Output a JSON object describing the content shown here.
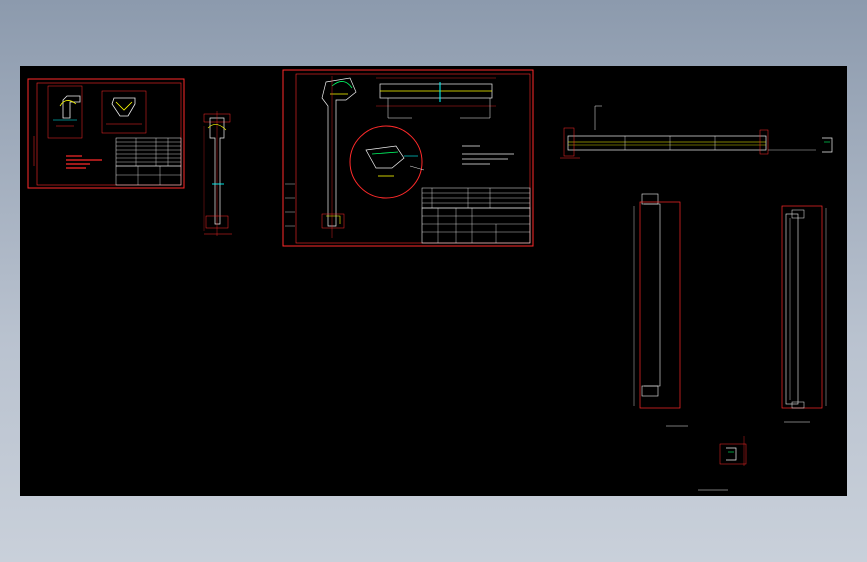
{
  "viewport": {
    "background_color": "#000000",
    "frame_color": "#ff2a2a",
    "line_colors": {
      "red": "#ff2a2a",
      "white": "#f0f0f0",
      "yellow": "#ffff00",
      "cyan": "#00ffff",
      "green": "#00ff66"
    }
  },
  "sheets": [
    {
      "name": "drawing-sheet-small",
      "labels": []
    },
    {
      "name": "drawing-sheet-large",
      "labels": []
    }
  ],
  "parts": [
    {
      "name": "column-vertical",
      "labels": []
    },
    {
      "name": "beam-horizontal",
      "labels": []
    },
    {
      "name": "long-part-elevation",
      "labels": []
    },
    {
      "name": "long-part-section",
      "labels": []
    },
    {
      "name": "small-profile-detail",
      "labels": []
    }
  ]
}
